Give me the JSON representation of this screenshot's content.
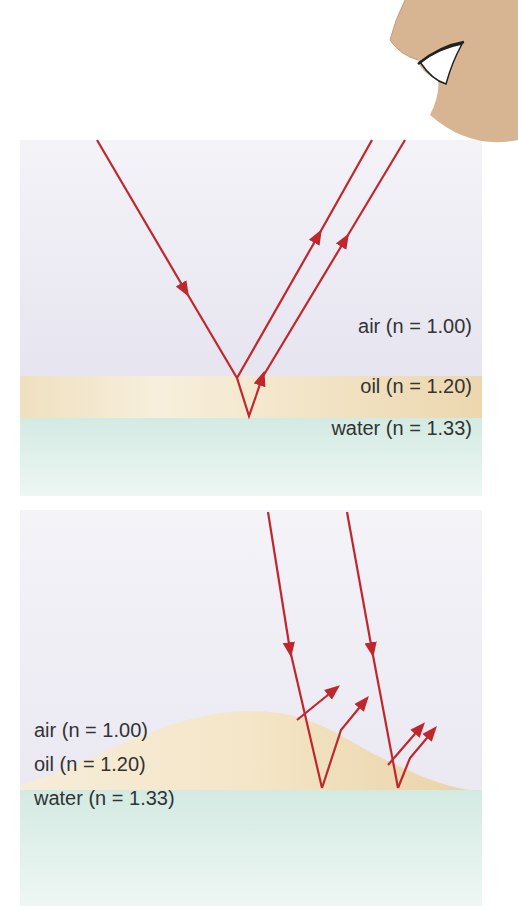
{
  "diagram": {
    "labels": [
      "air (n = 1.00)",
      "oil (n = 1.20)",
      "water (n = 1.33)",
      "air (n = 1.00)",
      "oil (n = 1.20)",
      "water (n = 1.33)"
    ]
  }
}
